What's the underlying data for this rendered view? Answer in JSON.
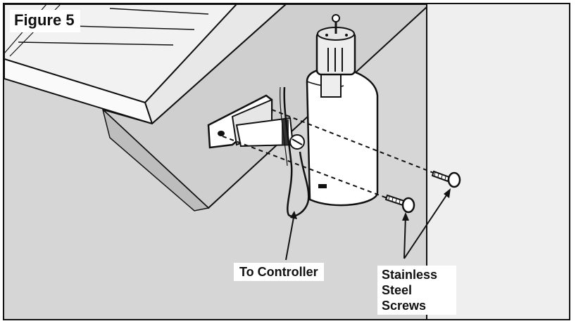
{
  "figure": {
    "title": "Figure 5"
  },
  "labels": {
    "to_controller": "To Controller",
    "screws": [
      "Stainless",
      "Steel",
      "Screws"
    ]
  },
  "colors": {
    "wall_fill": "#d6d6d6",
    "side_wall_fill": "#efefef",
    "eave_fill": "#e3e3e3",
    "device_fill": "#ffffff",
    "line": "#111111"
  }
}
